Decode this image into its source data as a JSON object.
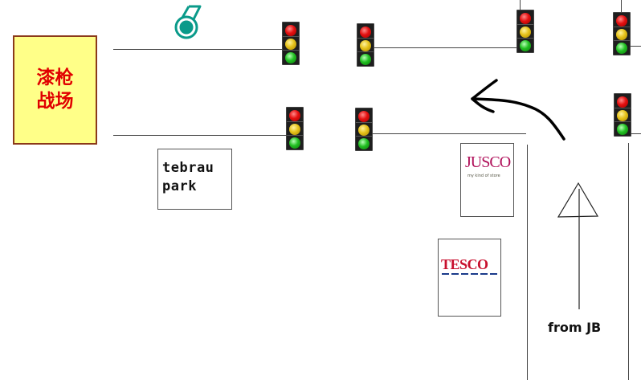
{
  "map": {
    "destination_label": "漆枪战场",
    "origin_label": "from JB",
    "colors": {
      "destination_fill": "#ffff88",
      "destination_border": "#8b3a1a",
      "destination_text": "#e00000",
      "road": "#444444",
      "petronas_logo": "#0a9a8a",
      "jusco_logo": "#b0105a",
      "tesco_red": "#c8102e",
      "tesco_blue": "#1a3a8a"
    },
    "landmarks": [
      {
        "name": "tebrau park",
        "label": "tebrau\npark"
      },
      {
        "name": "jusco",
        "label": "JUSCO",
        "tagline": "my kind of store"
      },
      {
        "name": "tesco",
        "label": "TESCO"
      },
      {
        "name": "petronas",
        "icon": "petronas-logo-icon"
      }
    ],
    "traffic_lights_count": 7,
    "turn_direction": "left",
    "icons": {
      "turn_arrow": "curved-arrow-left-icon",
      "direction_arrow": "up-arrow-icon",
      "traffic_light": "traffic-light-icon"
    }
  }
}
